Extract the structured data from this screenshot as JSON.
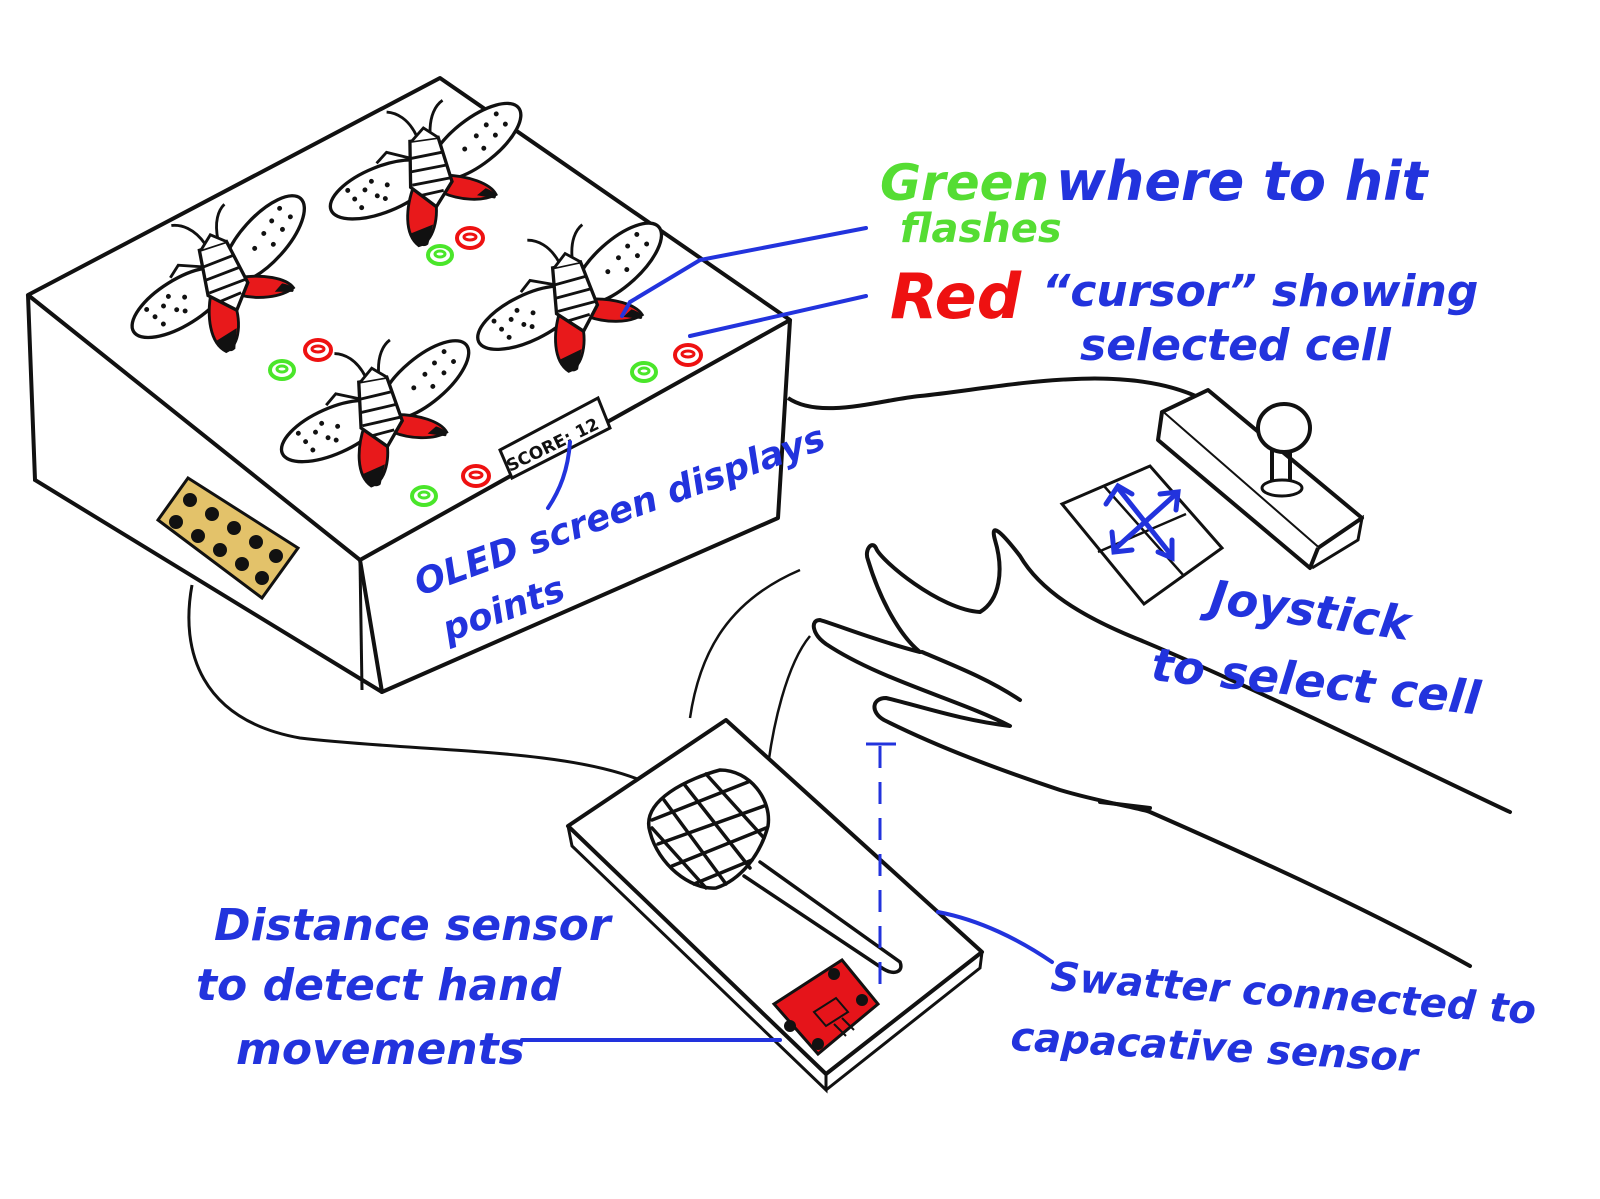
{
  "colors": {
    "ink": "#111111",
    "label_blue": "#2233dd",
    "label_green": "#55dd33",
    "label_red": "#ee1111",
    "bug_red": "#e8191b",
    "connector_gold": "#e3c26a",
    "sensor_red": "#e5141a"
  },
  "labels": {
    "green_word": "Green",
    "green_rest": "where to hit",
    "green_sub": "flashes",
    "red_word": "Red",
    "red_rest": "“cursor” showing",
    "red_sub": "selected cell",
    "oled_line1": "OLED screen displays",
    "oled_line2": "points",
    "score_text": "SCORE: 12",
    "joystick_line1": "Joystick",
    "joystick_line2": "to select cell",
    "distance_line1": "Distance sensor",
    "distance_line2": "to detect hand",
    "distance_line3": "movements",
    "swatter_line1": "Swatter connected to",
    "swatter_line2": "capacative sensor"
  },
  "icons": [
    "lanternfly-icon",
    "led-icon",
    "joystick-icon",
    "fly-swatter-icon",
    "distance-sensor-icon",
    "pin-header-icon",
    "hand-icon",
    "arrows-icon"
  ]
}
